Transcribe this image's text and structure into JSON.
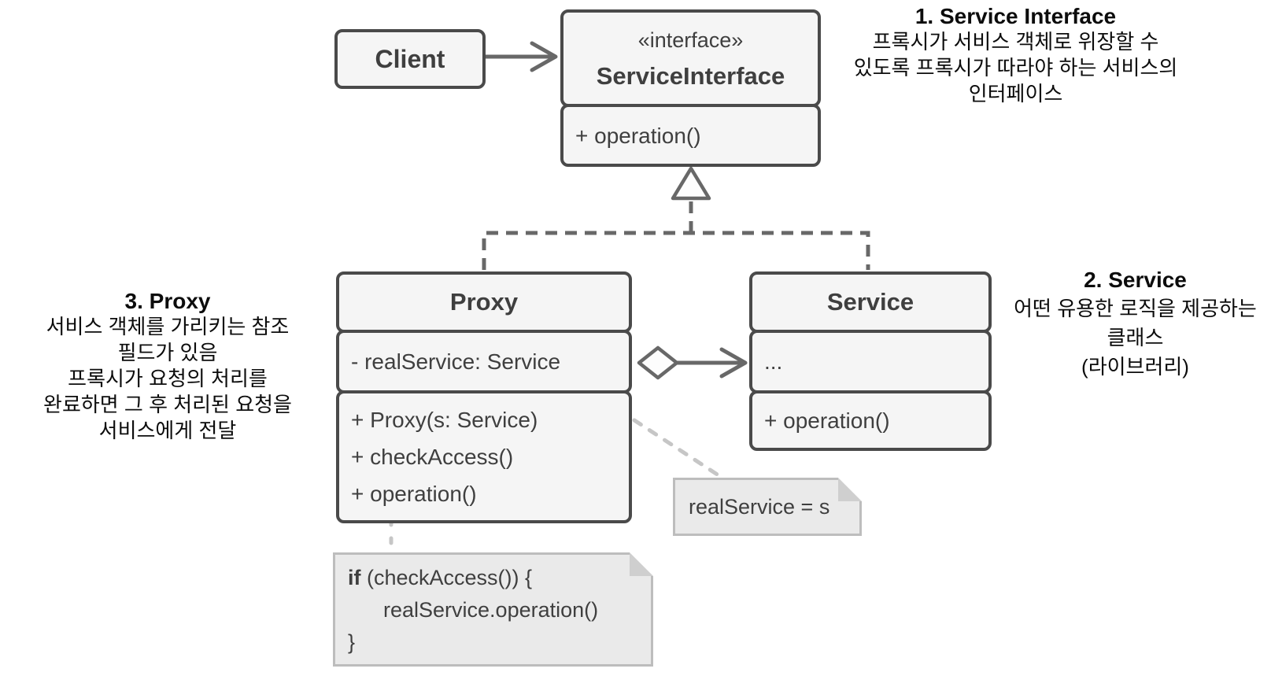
{
  "classes": {
    "client": {
      "title": "Client"
    },
    "service_interface": {
      "stereotype": "«interface»",
      "title": "ServiceInterface",
      "methods": [
        "+ operation()"
      ]
    },
    "proxy": {
      "title": "Proxy",
      "fields": [
        "- realService: Service"
      ],
      "methods": [
        "+ Proxy(s: Service)",
        "+ checkAccess()",
        "+ operation()"
      ]
    },
    "service": {
      "title": "Service",
      "fields": [
        "..."
      ],
      "methods": [
        "+ operation()"
      ]
    }
  },
  "notes": {
    "assignment": {
      "text": "realService = s"
    },
    "code": {
      "keyword": "if",
      "line1_rest": " (checkAccess()) {",
      "line2": "realService.operation()",
      "line3": "}"
    }
  },
  "annotations": {
    "service_interface": {
      "heading": "1. Service Interface",
      "lines": [
        "프록시가 서비스 객체로 위장할 수",
        "있도록 프록시가 따라야 하는 서비스의",
        "인터페이스"
      ]
    },
    "service": {
      "heading": "2. Service",
      "lines": [
        "어떤 유용한 로직을 제공하는",
        "클래스",
        "(라이브러리)"
      ]
    },
    "proxy": {
      "heading": "3. Proxy",
      "lines": [
        "서비스 객체를 가리키는 참조",
        "필드가 있음",
        "프록시가 요청의 처리를",
        "완료하면 그 후 처리된 요청을",
        "서비스에게 전달"
      ]
    }
  },
  "relationships": {
    "client_to_interface": "association",
    "proxy_to_interface": "realization",
    "service_to_interface": "realization",
    "proxy_to_service": "aggregation"
  },
  "colors": {
    "box_border": "#4a4a4a",
    "box_fill": "#f5f5f5",
    "line": "#686868",
    "note_fill": "#eaeaea",
    "note_border": "#bdbdbd",
    "note_connector": "#c6c6c6",
    "box_text": "#3f3f3f",
    "annotation_text": "#0c0c0c",
    "page_bg": "#ffffff"
  }
}
